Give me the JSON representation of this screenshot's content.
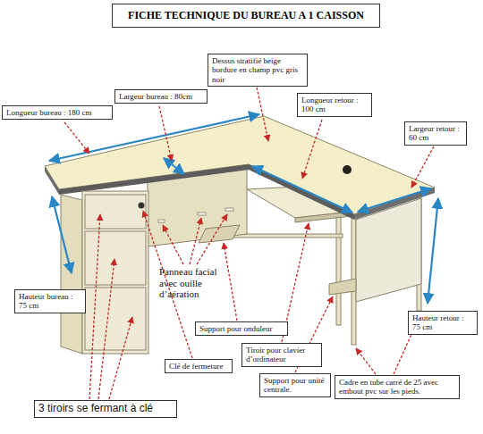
{
  "diagram": {
    "title": "FICHE TECHNIQUE DU BUREAU A 1 CAISSON",
    "nodes": [
      {
        "text": [
          "Dessus stratifié beige bordure en champ pvc gris noir"
        ]
      },
      {
        "text": [
          "Largeur bureau : 80cm"
        ]
      },
      {
        "text": [
          "Longueur bureau : 180 cm"
        ]
      },
      {
        "text": [
          "Longueur retour : 100 cm"
        ]
      },
      {
        "text": [
          "Largeur retour : 60 cm"
        ]
      },
      {
        "text": [
          "Hauteur bureau : 75 cm"
        ]
      },
      {
        "text": [
          "Support pour onduleur"
        ]
      },
      {
        "text": [
          "Hauteur retour : 75 cm"
        ]
      },
      {
        "text": [
          "Tiroir pour clavier d’ordinateur"
        ]
      },
      {
        "text": [
          "Clé de fermeture"
        ]
      },
      {
        "text": [
          "Support pour unité centrale."
        ]
      },
      {
        "text": [
          "Cadre en tube carré de 25 avec embout pvc sur les pieds."
        ]
      },
      {
        "text": [
          "3 tiroirs se fermant à clé"
        ]
      }
    ],
    "labels": [
      "Panneau facial avec ouille d’aération"
    ]
  }
}
